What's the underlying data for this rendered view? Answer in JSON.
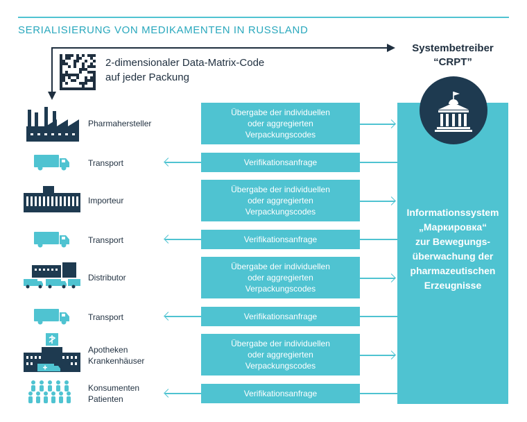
{
  "title": "SERIALISIERUNG VON MEDIKAMENTEN IN RUSSLAND",
  "qr": {
    "icon": "qr-code-icon",
    "text_line1": "2-dimensionaler Data-Matrix-Code",
    "text_line2": "auf jeder Packung"
  },
  "operator": {
    "line1": "Systembetreiber",
    "line2": "“CRPT”",
    "icon": "government-building-icon"
  },
  "system": {
    "line1": "Informationssystem",
    "line2": "„Маркировка“",
    "line3": "zur Bewegungs-",
    "line4": "überwachung der",
    "line5": "pharmazeutischen",
    "line6": "Erzeugnisse"
  },
  "colors": {
    "accent": "#4fc3d1",
    "title": "#2aa8bd",
    "dark": "#1e3a50",
    "text": "#1f2f3f"
  },
  "rows": [
    {
      "label1": "Pharmahersteller",
      "label2": "",
      "icon": "factory-icon",
      "direction": "right",
      "msg1": "Übergabe der individuellen",
      "msg2": "oder aggregierten",
      "msg3": "Verpackungscodes"
    },
    {
      "label1": "Transport",
      "label2": "",
      "icon": "truck-icon",
      "direction": "left",
      "msg1": "Verifikationsanfrage",
      "msg2": "",
      "msg3": ""
    },
    {
      "label1": "Importeur",
      "label2": "",
      "icon": "warehouse-icon",
      "direction": "right",
      "msg1": "Übergabe der individuellen",
      "msg2": "oder aggregierten",
      "msg3": "Verpackungscodes"
    },
    {
      "label1": "Transport",
      "label2": "",
      "icon": "truck-icon",
      "direction": "left",
      "msg1": "Verifikationsanfrage",
      "msg2": "",
      "msg3": ""
    },
    {
      "label1": "Distributor",
      "label2": "",
      "icon": "distribution-center-icon",
      "direction": "right",
      "msg1": "Übergabe der individuellen",
      "msg2": "oder aggregierten",
      "msg3": "Verpackungscodes"
    },
    {
      "label1": "Transport",
      "label2": "",
      "icon": "truck-icon",
      "direction": "left",
      "msg1": "Verifikationsanfrage",
      "msg2": "",
      "msg3": ""
    },
    {
      "label1": "Apotheken",
      "label2": "Krankenhäuser",
      "icon": "pharmacy-hospital-icon",
      "direction": "right",
      "msg1": "Übergabe der individuellen",
      "msg2": "oder aggregierten",
      "msg3": "Verpackungscodes"
    },
    {
      "label1": "Konsumenten",
      "label2": "Patienten",
      "icon": "people-icon",
      "direction": "left",
      "msg1": "Verifikationsanfrage",
      "msg2": "",
      "msg3": ""
    }
  ]
}
